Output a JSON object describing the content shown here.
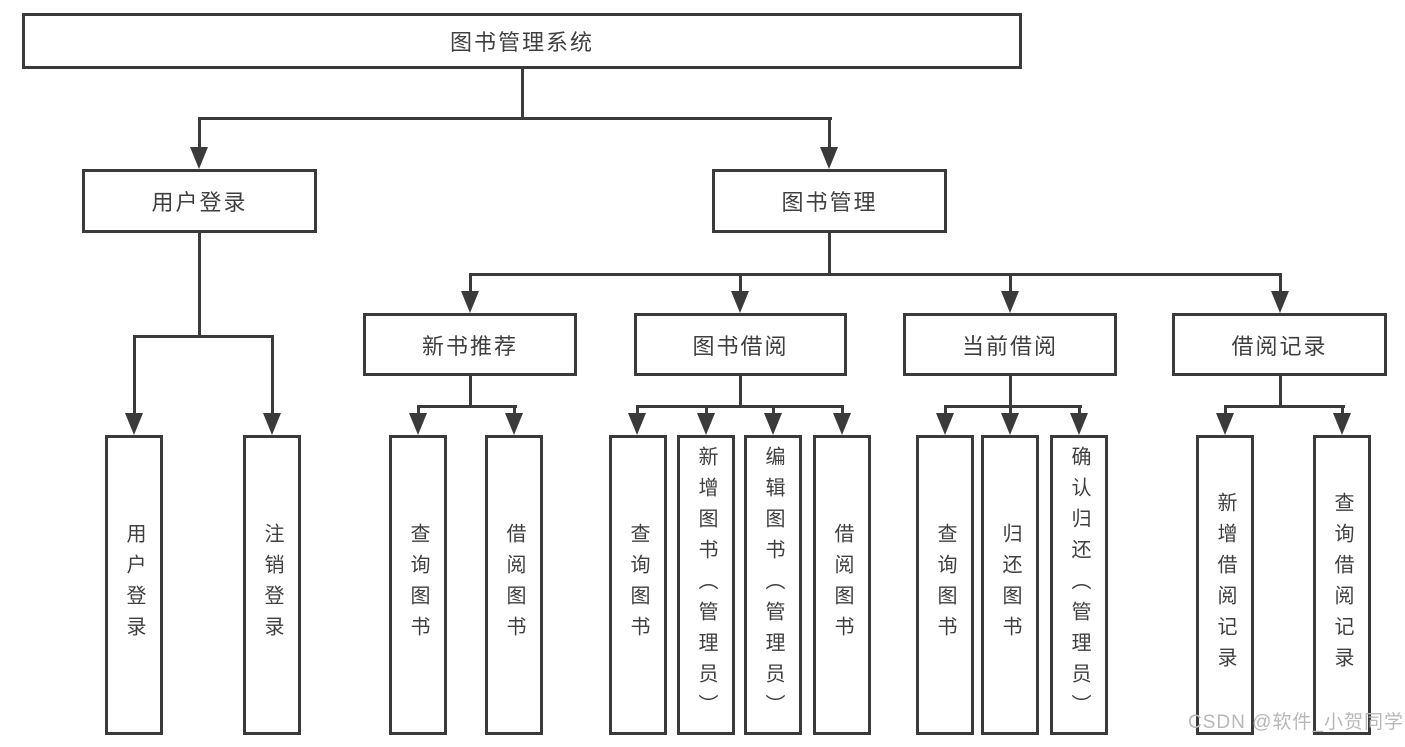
{
  "tree": {
    "label": "图书管理系统",
    "children": [
      {
        "label": "用户登录",
        "children": [
          {
            "label": "用户登录"
          },
          {
            "label": "注销登录"
          }
        ]
      },
      {
        "label": "图书管理",
        "children": [
          {
            "label": "新书推荐",
            "children": [
              {
                "label": "查询图书"
              },
              {
                "label": "借阅图书"
              }
            ]
          },
          {
            "label": "图书借阅",
            "children": [
              {
                "label": "查询图书"
              },
              {
                "label": "新增图书（管理员）"
              },
              {
                "label": "编辑图书（管理员）"
              },
              {
                "label": "借阅图书"
              }
            ]
          },
          {
            "label": "当前借阅",
            "children": [
              {
                "label": "查询图书"
              },
              {
                "label": "归还图书"
              },
              {
                "label": "确认归还（管理员）"
              }
            ]
          },
          {
            "label": "借阅记录",
            "children": [
              {
                "label": "新增借阅记录"
              },
              {
                "label": "查询借阅记录"
              }
            ]
          }
        ]
      }
    ]
  },
  "watermark": {
    "text": "CSDN @软件_小贺同学"
  },
  "colors": {
    "line": "#3a3a3a",
    "text": "#3f3f3f",
    "watermark": "#b8b8b8",
    "bg": "#ffffff"
  }
}
